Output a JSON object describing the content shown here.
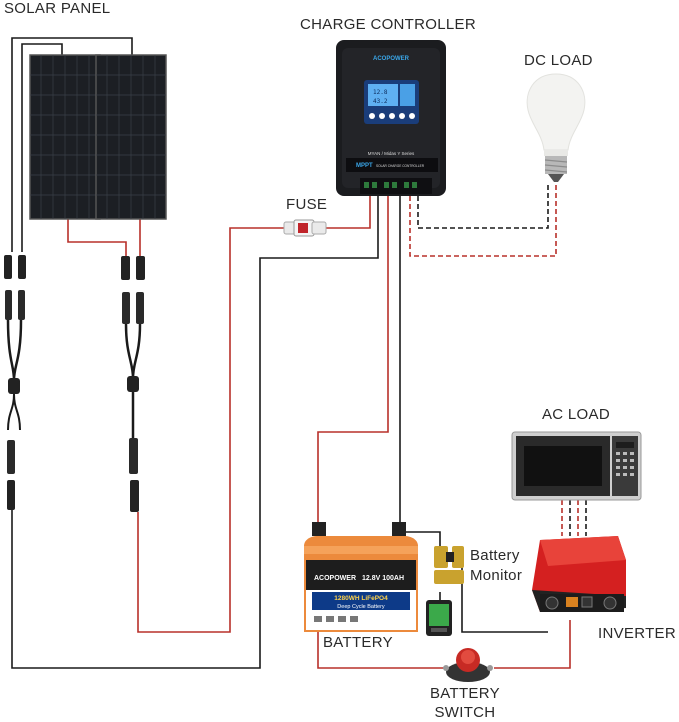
{
  "labels": {
    "solar_panel": "SOLAR PANEL",
    "charge_controller": "CHARGE CONTROLLER",
    "dc_load": "DC LOAD",
    "fuse": "FUSE",
    "ac_load": "AC LOAD",
    "battery": "BATTERY",
    "battery_monitor_line1": "Battery",
    "battery_monitor_line2": "Monitor",
    "inverter": "INVERTER",
    "battery_switch_line1": "BATTERY",
    "battery_switch_line2": "SWITCH"
  },
  "controller": {
    "brand": "ACOPOWER",
    "series": "MYAN / Midas Y Series",
    "type": "MPPT",
    "subtitle": "SOLAR CHARGE CONTROLLER"
  },
  "battery_unit": {
    "brand": "ACOPOWER",
    "spec": "12.8V 100AH",
    "capacity": "1280WH LiFePO4",
    "subtitle": "Deep Cycle Battery"
  },
  "colors": {
    "wire_red": "#b8302a",
    "wire_black": "#1a1a1a",
    "battery_orange": "#e87a2c",
    "inverter_red": "#d42020"
  }
}
